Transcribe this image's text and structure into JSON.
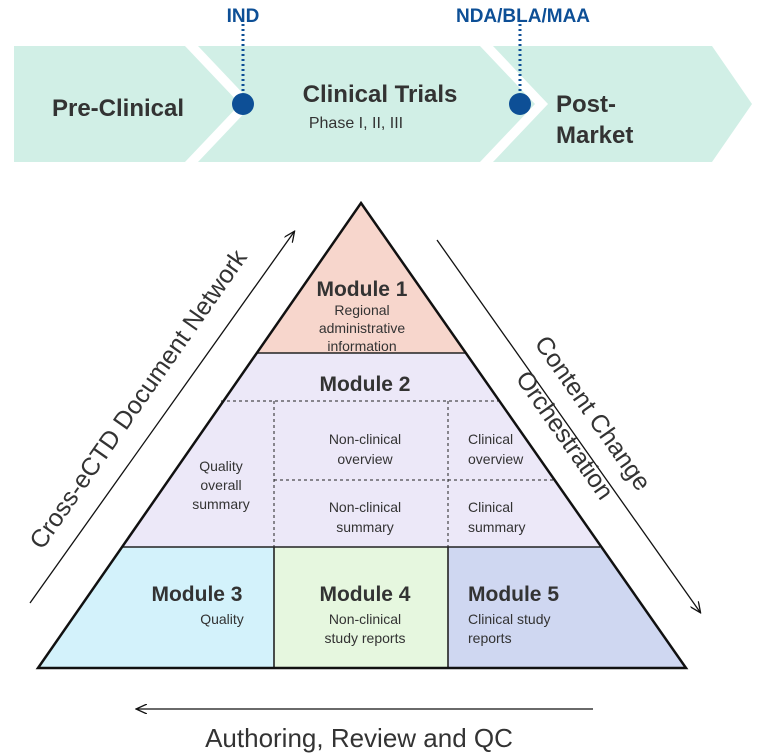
{
  "timeline": {
    "milestones": {
      "ind": "IND",
      "nda": "NDA/BLA/MAA"
    },
    "phases": {
      "preclinical": "Pre-Clinical",
      "clinical_title": "Clinical Trials",
      "clinical_sub": "Phase I, II, III",
      "postmarket_line1": "Post-",
      "postmarket_line2": "Market"
    }
  },
  "pyramid": {
    "module1": {
      "title": "Module 1",
      "line1": "Regional",
      "line2": "administrative",
      "line3": "information"
    },
    "module2": {
      "title": "Module 2",
      "quality_line1": "Quality",
      "quality_line2": "overall",
      "quality_line3": "summary",
      "nc_overview_line1": "Non-clinical",
      "nc_overview_line2": "overview",
      "c_overview_line1": "Clinical",
      "c_overview_line2": "overview",
      "nc_summary_line1": "Non-clinical",
      "nc_summary_line2": "summary",
      "c_summary_line1": "Clinical",
      "c_summary_line2": "summary"
    },
    "module3": {
      "title": "Module 3",
      "line1": "Quality"
    },
    "module4": {
      "title": "Module 4",
      "line1": "Non-clinical",
      "line2": "study reports"
    },
    "module5": {
      "title": "Module 5",
      "line1": "Clinical study",
      "line2": "reports"
    }
  },
  "side_labels": {
    "left": "Cross-eCTD Document Network",
    "right_line1": "Content Change",
    "right_line2": "Orchestration",
    "bottom": "Authoring, Review and QC"
  },
  "colors": {
    "band": "#d1efe6",
    "milestone": "#0d4f96",
    "module1": "#f7d6cc",
    "module2": "#ece8f8",
    "module3": "#d3f2fb",
    "module4": "#e6f7df",
    "module5": "#cfd7f1"
  }
}
